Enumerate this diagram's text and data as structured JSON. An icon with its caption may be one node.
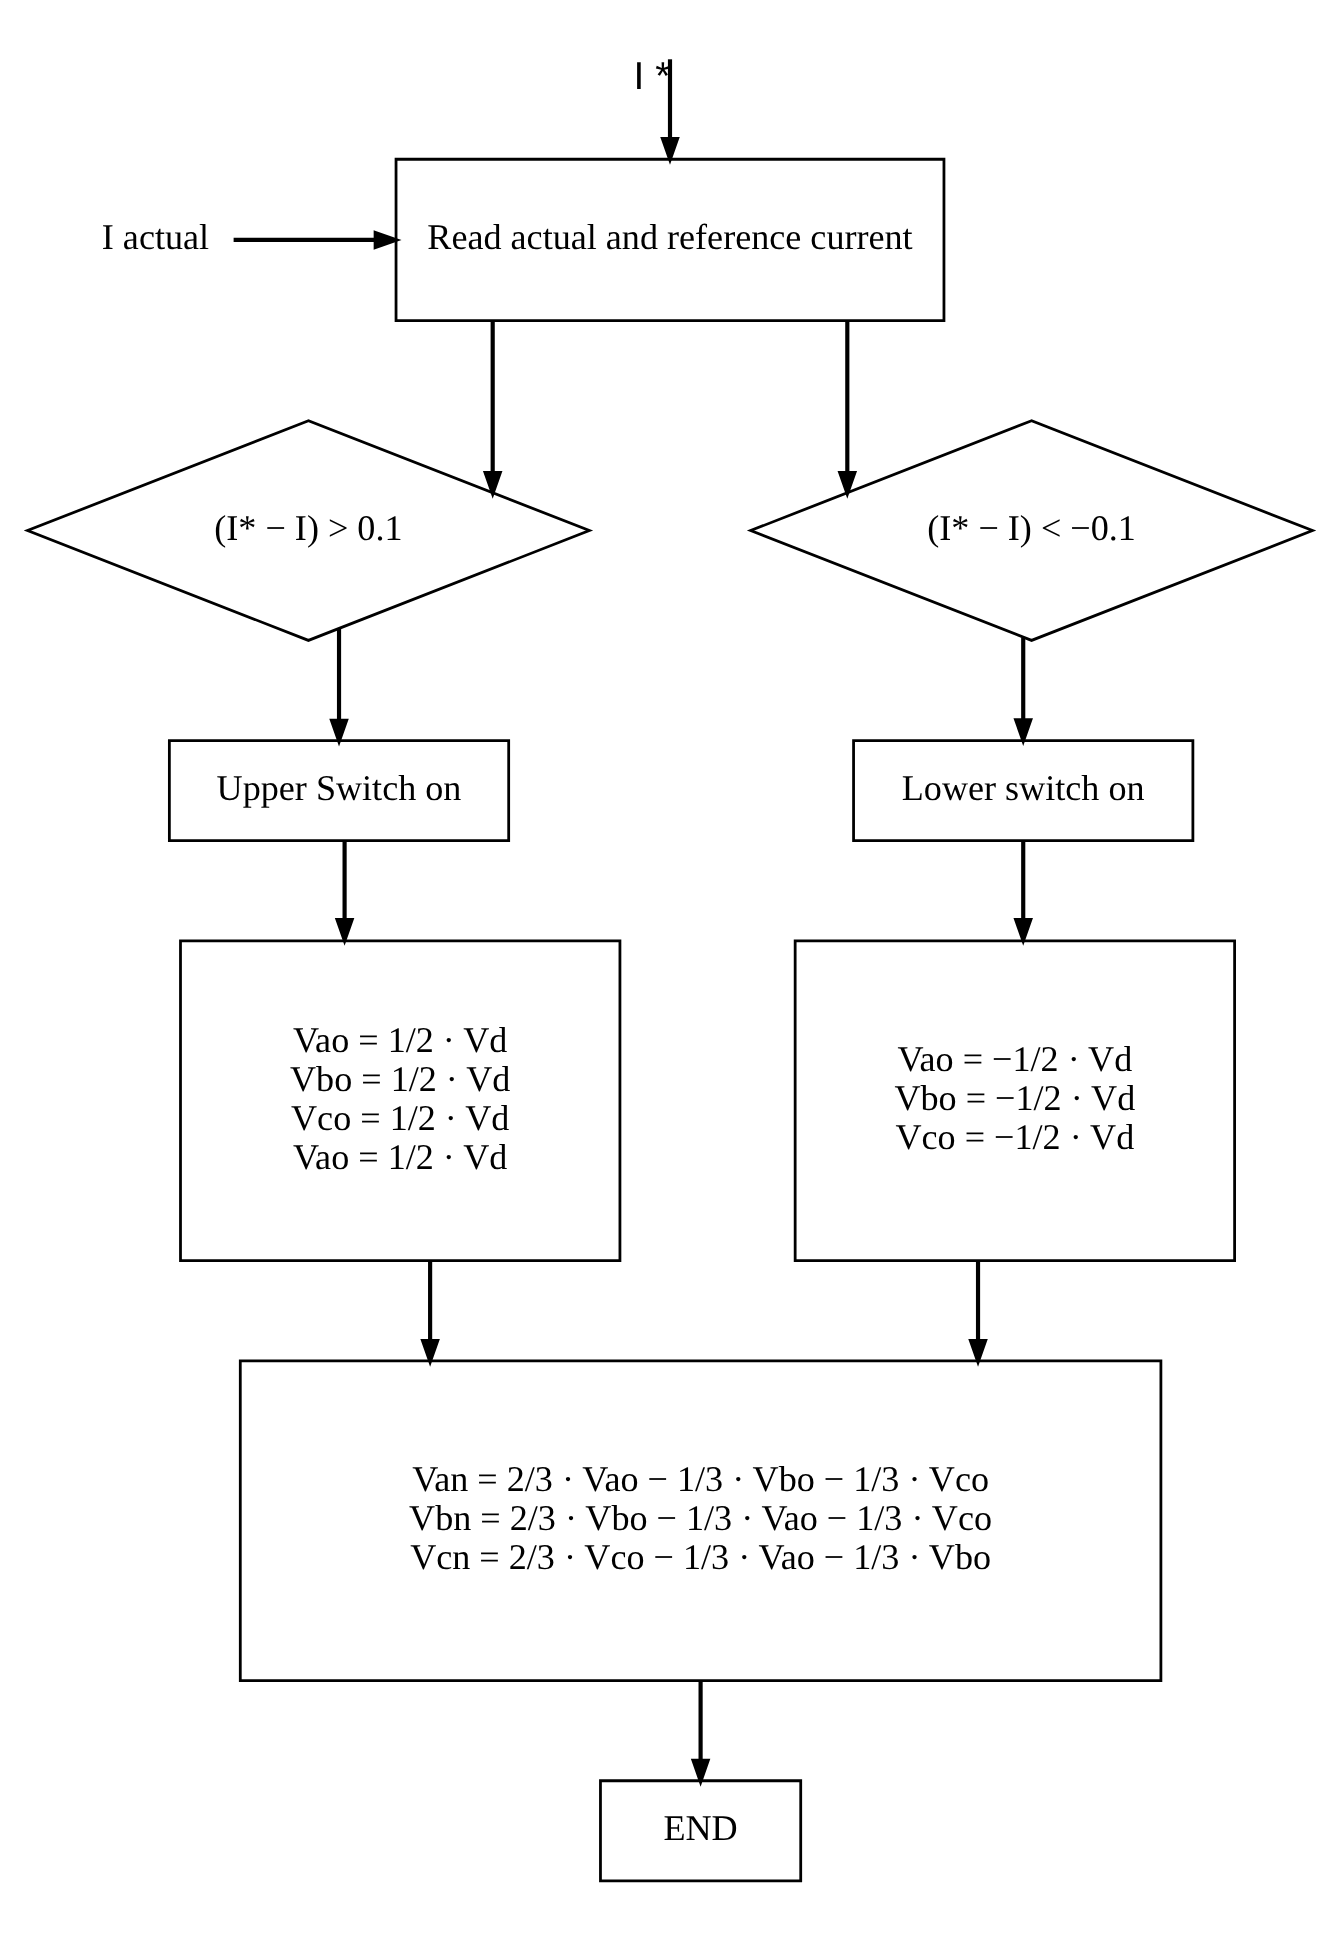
{
  "diagram": {
    "nodes": [
      {
        "text": [
          "I actual"
        ]
      },
      {
        "text": [
          "Read actual and reference current"
        ]
      },
      {
        "text": [
          "(I* − I) > 0.1"
        ]
      },
      {
        "text": [
          "(I* − I) < −0.1"
        ]
      },
      {
        "text": [
          "Upper Switch on"
        ]
      },
      {
        "text": [
          "Lower switch on"
        ]
      },
      {
        "text": [
          "Vao = 1/2 · Vd",
          "Vbo = 1/2 · Vd",
          "Vco = 1/2 · Vd",
          "Vao = 1/2 · Vd"
        ]
      },
      {
        "text": [
          "Vao = −1/2 · Vd",
          "Vbo = −1/2 · Vd",
          "Vco = −1/2 · Vd"
        ]
      },
      {
        "text": [
          "Van = 2/3 · Vao − 1/3 · Vbo − 1/3 · Vco",
          "Vbn = 2/3 · Vbo − 1/3 · Vao − 1/3 · Vco",
          "Vcn = 2/3 · Vco − 1/3 · Vao − 1/3 · Vbo"
        ]
      },
      {
        "text": [
          "END"
        ]
      }
    ],
    "edges": [
      {
        "from": null,
        "to": 1,
        "arrow": "to",
        "label": "I *"
      },
      {
        "from": 0,
        "to": 1,
        "arrow": "to"
      },
      {
        "from": 1,
        "to": 2,
        "arrow": "to"
      },
      {
        "from": 1,
        "to": 3,
        "arrow": "to"
      },
      {
        "from": 2,
        "to": 4,
        "arrow": "to"
      },
      {
        "from": 3,
        "to": 5,
        "arrow": "to"
      },
      {
        "from": 4,
        "to": 6,
        "arrow": "to"
      },
      {
        "from": 5,
        "to": 7,
        "arrow": "to"
      },
      {
        "from": 6,
        "to": 8,
        "arrow": "to"
      },
      {
        "from": 7,
        "to": 8,
        "arrow": "to"
      },
      {
        "from": 8,
        "to": 9,
        "arrow": "to"
      }
    ]
  }
}
